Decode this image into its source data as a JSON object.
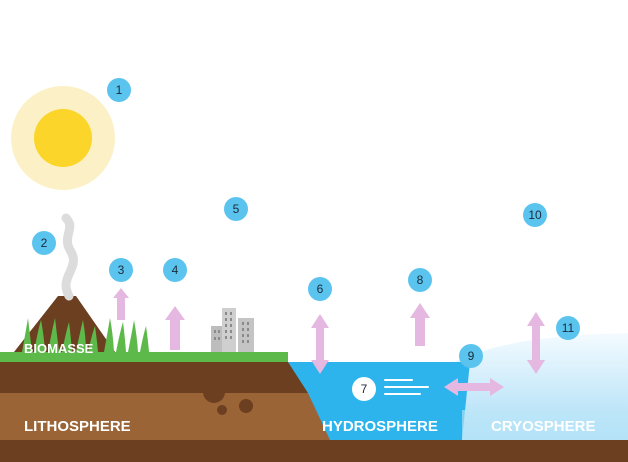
{
  "regions": {
    "biomass": "BIOMASSE",
    "lithosphere": "LITHOSPHERE",
    "hydrosphere": "HYDROSPHERE",
    "cryosphere": "CRYOSPHERE"
  },
  "markers": [
    "1",
    "2",
    "3",
    "4",
    "5",
    "6",
    "7",
    "8",
    "9",
    "10",
    "11"
  ],
  "colors": {
    "sun_core": "#FCD52A",
    "sun_halo": "#FCF1C6",
    "marker": "#5BC4EE",
    "arrow": "#E4B8E0",
    "grass": "#5DB94A",
    "topsoil": "#6B3F1F",
    "soil": "#9B6436",
    "water": "#2EB4EC",
    "ice": "#BFE6F8"
  }
}
